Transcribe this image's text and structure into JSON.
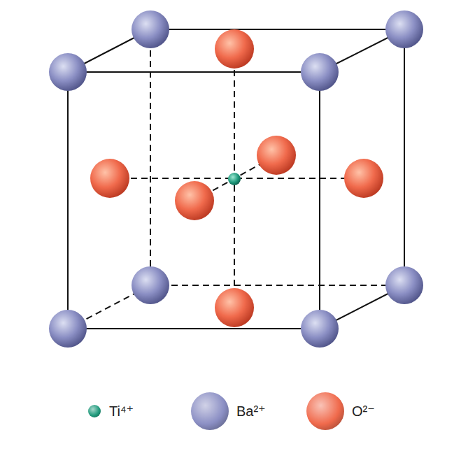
{
  "diagram": {
    "legend": [
      {
        "text": "Ti⁴⁺",
        "color": "#1f9a7c"
      },
      {
        "text": "Ba²⁺",
        "color": "#8b8fc4"
      },
      {
        "text": "O²⁻",
        "color": "#f06a4c"
      }
    ]
  }
}
